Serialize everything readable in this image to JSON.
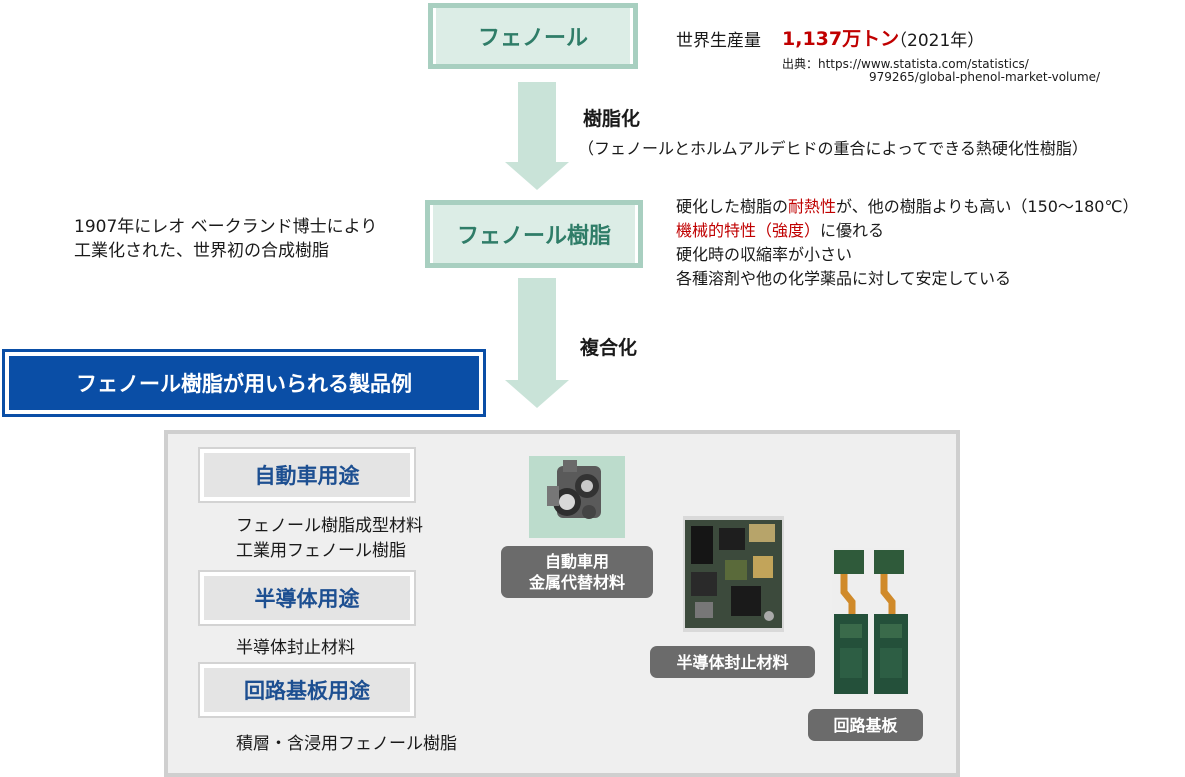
{
  "nodes": {
    "phenol": "フェノール",
    "phenol_resin": "フェノール樹脂"
  },
  "production": {
    "label": "世界生産量",
    "value": "1,137万トン",
    "year": "（2021年）",
    "source_line1": "出典：https://www.statista.com/statistics/",
    "source_line2": "979265/global-phenol-market-volume/"
  },
  "resinify": {
    "title": "樹脂化",
    "desc": "（フェノールとホルムアルデヒドの重合によってできる熱硬化性樹脂）"
  },
  "history": {
    "line1": "1907年にレオ ベークランド博士により",
    "line2": "工業化された、世界初の合成樹脂"
  },
  "properties": {
    "line1_pre": "硬化した樹脂の",
    "line1_red": "耐熱性",
    "line1_post": "が、他の樹脂よりも高い（150～180℃）",
    "line2_red": "機械的特性（強度）",
    "line2_post": "に優れる",
    "line3": "硬化時の収縮率が小さい",
    "line4": "各種溶剤や他の化学薬品に対して安定している"
  },
  "composite": "複合化",
  "products_banner": "フェノール樹脂が用いられる製品例",
  "categories": [
    {
      "label": "自動車用途",
      "items": [
        "フェノール樹脂成型材料",
        "工業用フェノール樹脂"
      ]
    },
    {
      "label": "半導体用途",
      "items": [
        "半導体封止材料"
      ]
    },
    {
      "label": "回路基板用途",
      "items": [
        "積層・含浸用フェノール樹脂"
      ]
    }
  ],
  "photo_tags": {
    "auto_line1": "自動車用",
    "auto_line2": "金属代替材料",
    "semi": "半導体封止材料",
    "board": "回路基板"
  },
  "colors": {
    "node_border": "#a8cfc0",
    "node_fill": "#dcede6",
    "node_text": "#2f7d68",
    "arrow": "#c9e3d8",
    "highlight_red": "#c00000",
    "banner_blue": "#0a4ea6",
    "category_text": "#1d4f91"
  }
}
